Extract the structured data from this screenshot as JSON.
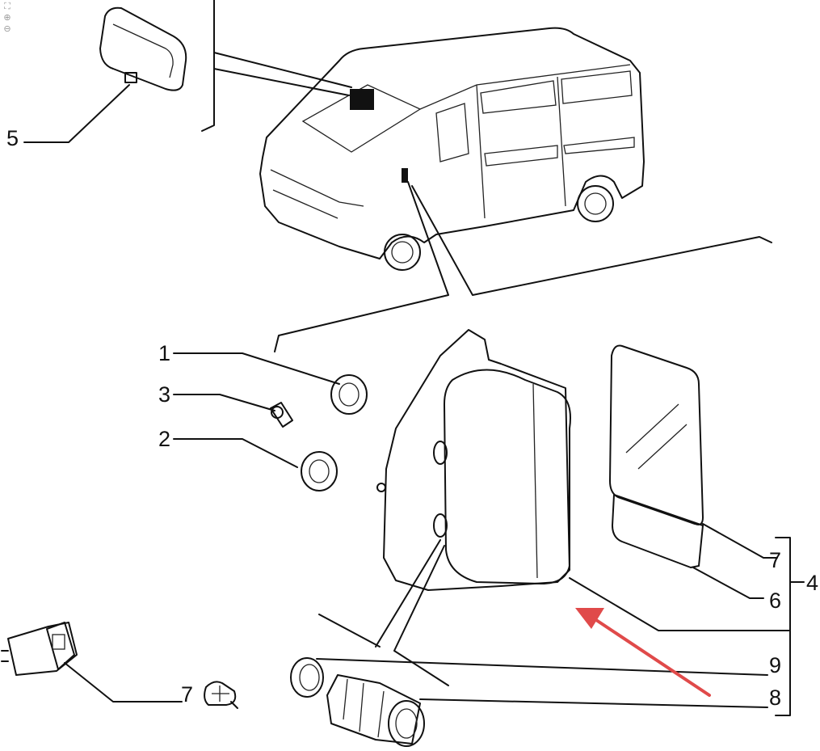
{
  "viewer_controls": {
    "fit": "⛶",
    "zoom_in": "⊕",
    "zoom_out": "⊖"
  },
  "callouts": {
    "part_1": "1",
    "part_2": "2",
    "part_3": "3",
    "part_4": "4",
    "part_5": "5",
    "part_6": "6",
    "part_7_glass": "7",
    "part_7_switch": "7",
    "part_8": "8",
    "part_9": "9"
  },
  "colors": {
    "arrow": "#e04a4a",
    "line": "#111111"
  }
}
